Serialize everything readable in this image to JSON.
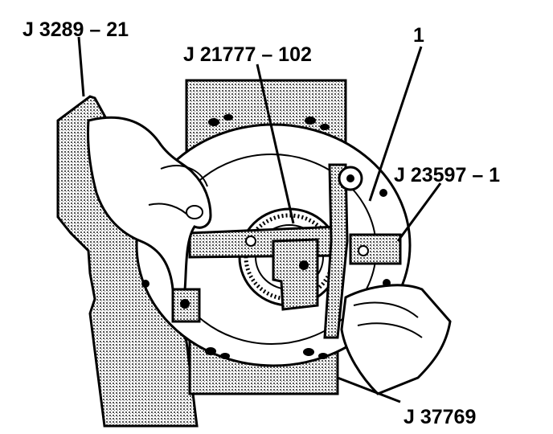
{
  "labels": {
    "j3289": "J 3289 – 21",
    "j21777": "J 21777 – 102",
    "item1": "1",
    "j23597": "J 23597 – 1",
    "j37769": "J 37769"
  },
  "colors": {
    "ink": "#000000",
    "paper": "#ffffff",
    "stipple": "#9a9a9a"
  }
}
